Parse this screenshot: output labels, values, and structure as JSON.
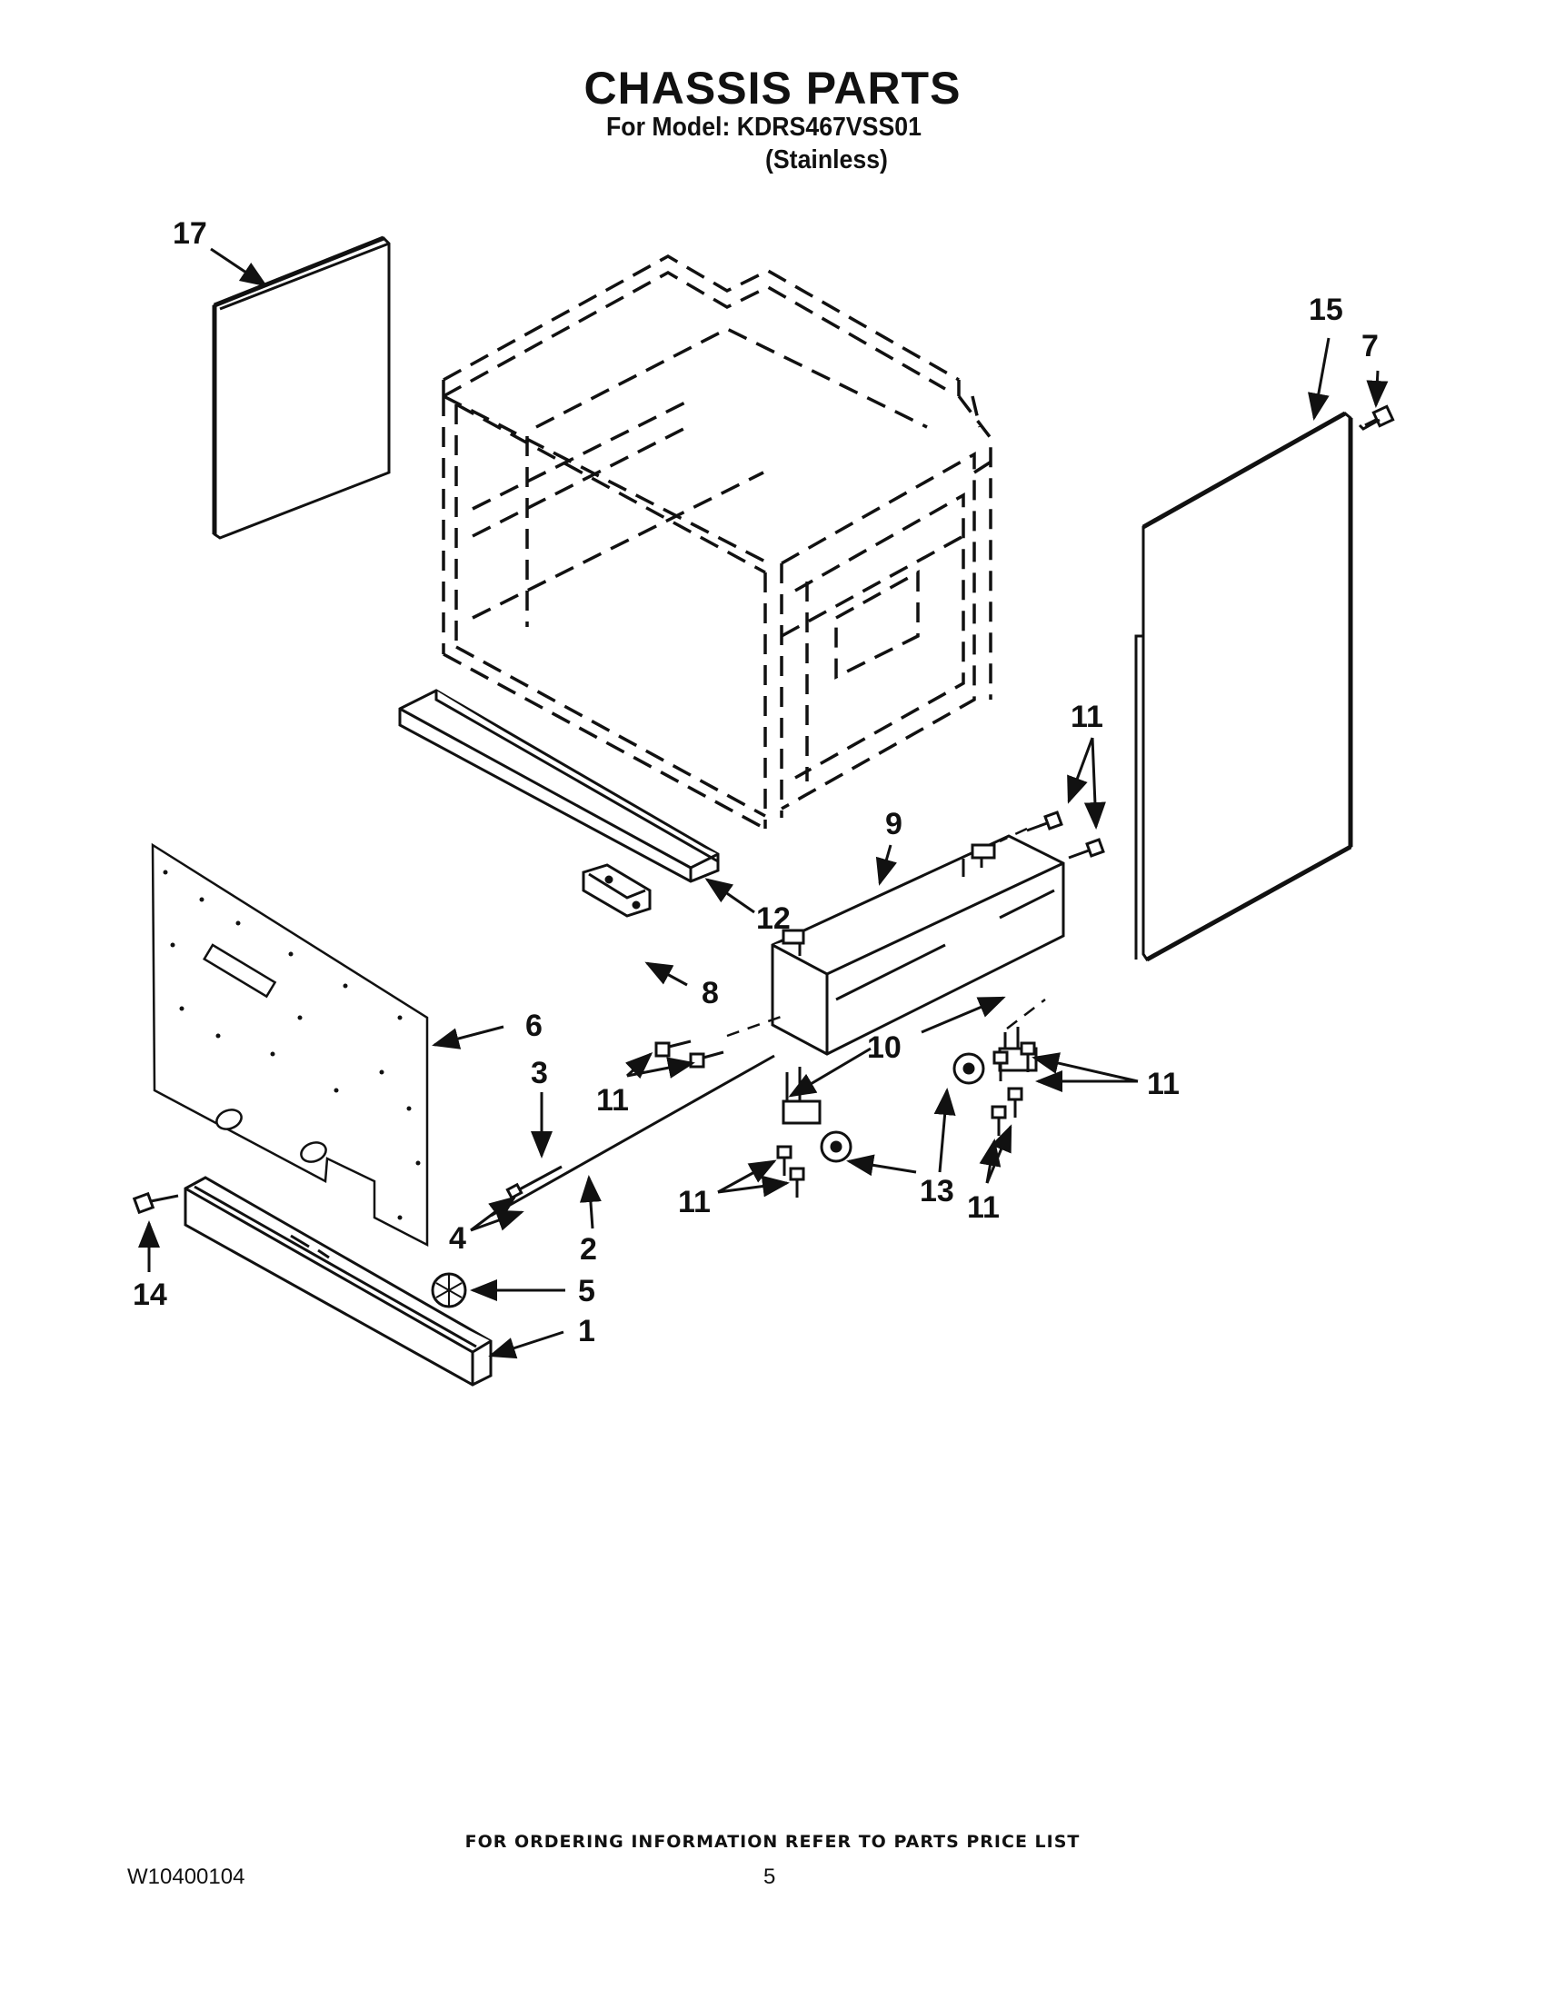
{
  "header": {
    "title": "CHASSIS PARTS",
    "model_line": "For Model: KDRS467VSS01",
    "finish_line": "(Stainless)"
  },
  "callouts": {
    "c17": "17",
    "c15": "15",
    "c7": "7",
    "c11_top": "11",
    "c9": "9",
    "c12": "12",
    "c8": "8",
    "c6": "6",
    "c3": "3",
    "c10": "10",
    "c11_left": "11",
    "c11_right": "11",
    "c13": "13",
    "c11_lower_left": "11",
    "c11_lower_right": "11",
    "c4": "4",
    "c2": "2",
    "c5": "5",
    "c1": "1",
    "c14": "14"
  },
  "footer": {
    "ordering_note": "FOR ORDERING INFORMATION REFER TO PARTS PRICE LIST",
    "doc_number": "W10400104",
    "page_number": "5"
  }
}
